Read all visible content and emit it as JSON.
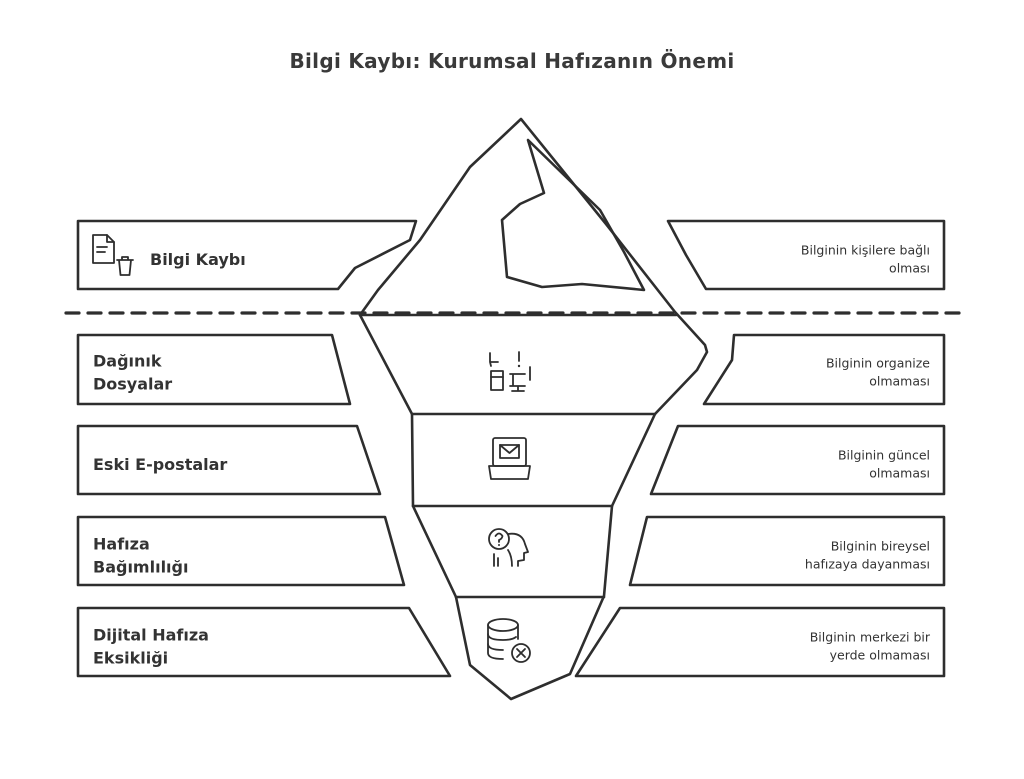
{
  "title": "Bilgi Kaybı: Kurumsal Hafızanın Önemi",
  "tip": {
    "label": [
      "Bilgi Kaybı"
    ],
    "icon": "document-trash-icon",
    "description": [
      "Bilginin kişilere bağlı",
      "olması"
    ]
  },
  "layers": [
    {
      "label": [
        "Dağınık",
        "Dosyalar"
      ],
      "icon": "scattered-desk-icon",
      "description": [
        "Bilginin organize",
        "olmaması"
      ]
    },
    {
      "label": [
        "Eski E-postalar"
      ],
      "icon": "laptop-mail-icon",
      "description": [
        "Bilginin güncel",
        "olmaması"
      ]
    },
    {
      "label": [
        "Hafıza",
        "Bağımlılığı"
      ],
      "icon": "head-question-icon",
      "description": [
        "Bilginin bireysel",
        "hafızaya dayanması"
      ]
    },
    {
      "label": [
        "Dijital Hafıza",
        "Eksikliği"
      ],
      "icon": "database-x-icon",
      "description": [
        "Bilginin merkezi bir",
        "yerde olmaması"
      ]
    }
  ],
  "colors": {
    "ink": "#2e2e2e",
    "background": "#ffffff"
  }
}
